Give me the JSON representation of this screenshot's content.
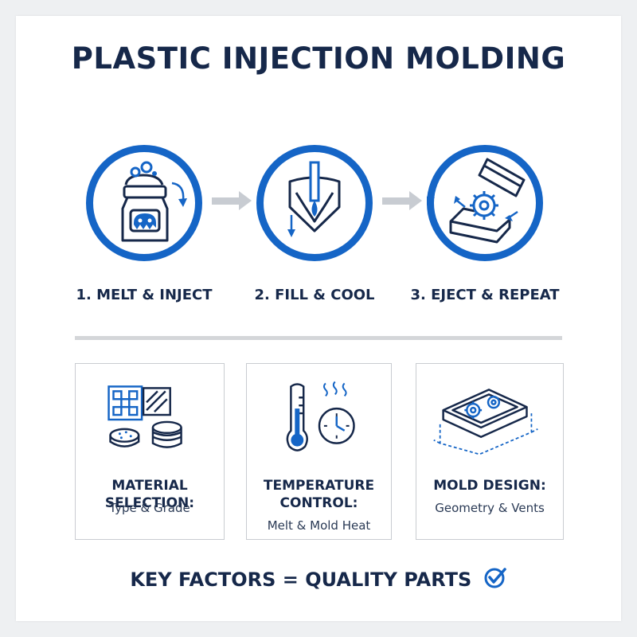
{
  "title": "PLASTIC INJECTION MOLDING",
  "steps": [
    {
      "label": "1. MELT & INJECT",
      "icon": "furnace-icon"
    },
    {
      "label": "2. FILL & COOL",
      "icon": "mold-fill-icon"
    },
    {
      "label": "3. EJECT & REPEAT",
      "icon": "eject-part-icon"
    }
  ],
  "factors": [
    {
      "title": "MATERIAL SELECTION:",
      "subtitle": "Type & Grade",
      "icon": "material-pellets-icon"
    },
    {
      "title_line1": "TEMPERATURE",
      "title_line2": "CONTROL:",
      "subtitle": "Melt & Mold Heat",
      "icon": "thermometer-gauge-icon"
    },
    {
      "title": "MOLD DESIGN:",
      "subtitle": "Geometry & Vents",
      "icon": "mold-blueprint-icon"
    }
  ],
  "footer": {
    "text": "KEY FACTORS = QUALITY PARTS",
    "icon": "check-circle-icon"
  },
  "colors": {
    "accent": "#1565c6",
    "text": "#16284a",
    "connector": "#c8ccd2"
  }
}
